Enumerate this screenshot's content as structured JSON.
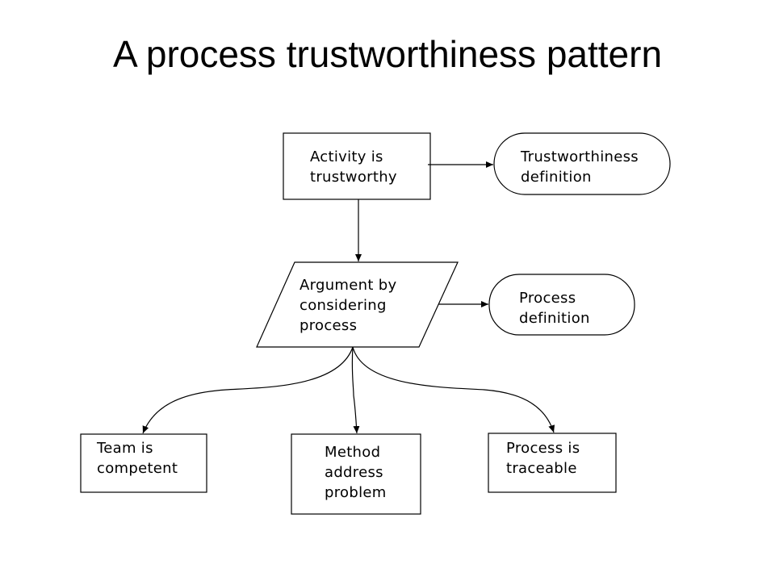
{
  "slide": {
    "title": "A process trustworthiness pattern"
  },
  "nodes": {
    "goal": {
      "line1": "Activity is",
      "line2": "trustworthy"
    },
    "context_trust": {
      "line1": "Trustworthiness",
      "line2": "definition"
    },
    "strategy": {
      "line1": "Argument by",
      "line2": "considering",
      "line3": "process"
    },
    "context_process": {
      "line1": "Process",
      "line2": "definition"
    },
    "sub_team": {
      "line1": "Team is",
      "line2": "competent"
    },
    "sub_method": {
      "line1": "Method",
      "line2": "address",
      "line3": "problem"
    },
    "sub_trace": {
      "line1": "Process is",
      "line2": "traceable"
    }
  }
}
